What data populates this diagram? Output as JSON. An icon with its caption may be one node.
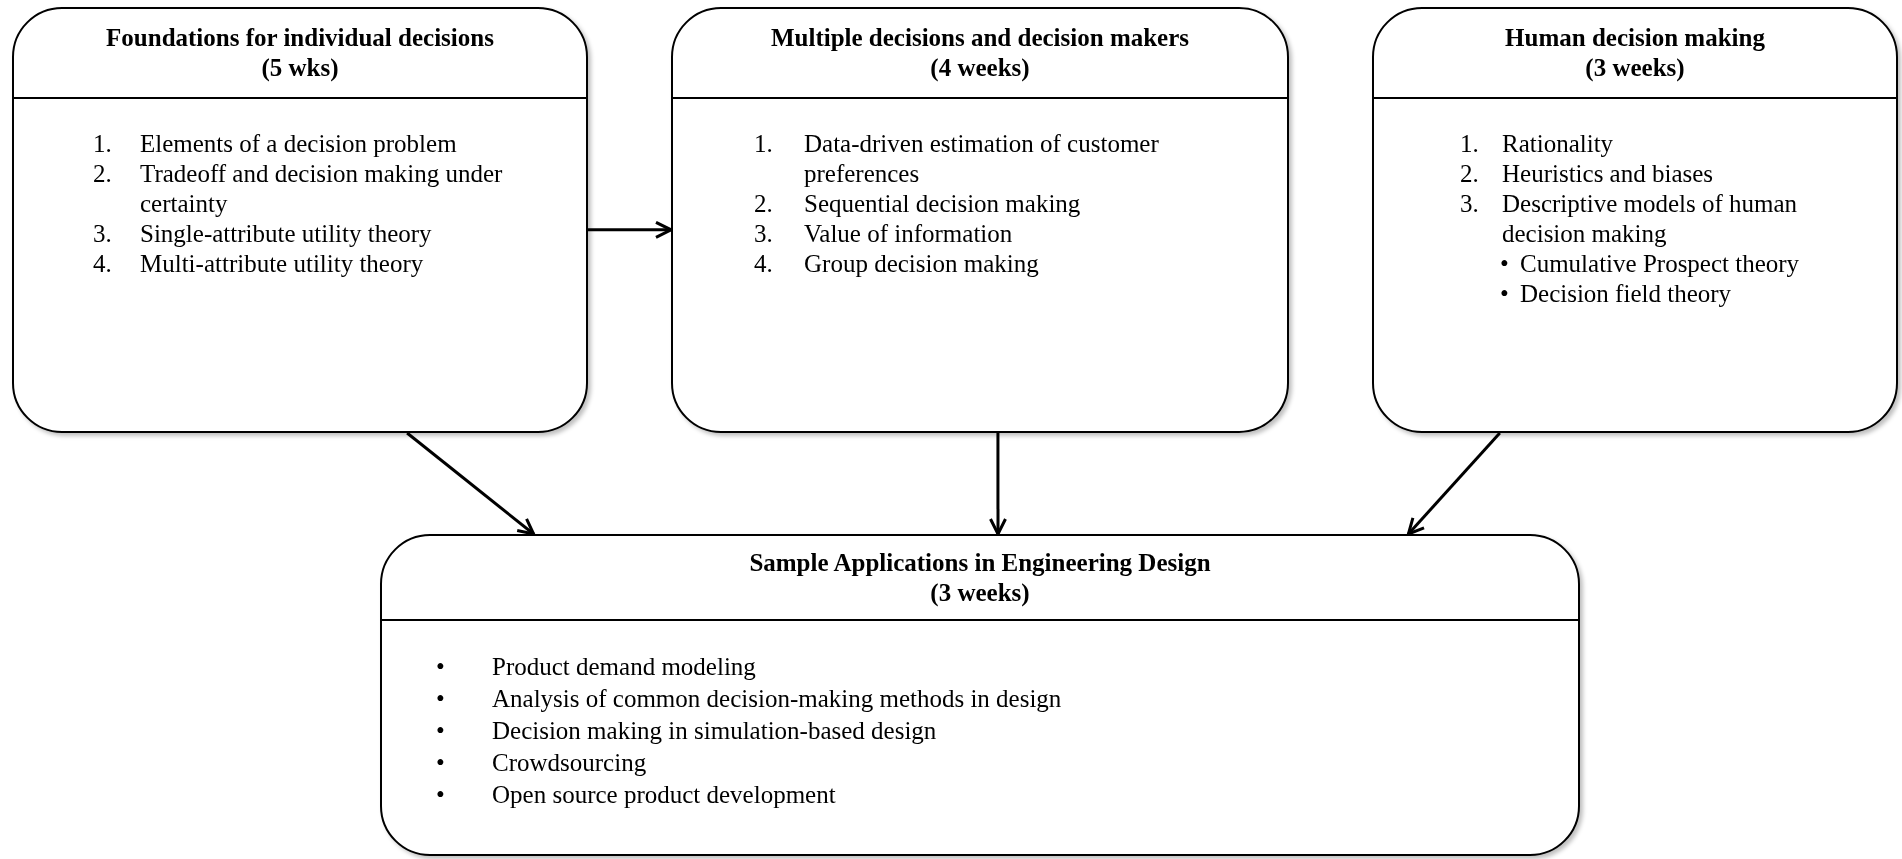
{
  "diagram": {
    "nodes": [
      {
        "text": [
          "Foundations for individual decisions",
          "(5 wks)",
          "1. Elements of a decision problem",
          "2. Tradeoff and decision making under certainty",
          "3. Single-attribute utility theory",
          "4. Multi-attribute utility theory"
        ]
      },
      {
        "text": [
          "Multiple decisions and decision makers",
          "(4 weeks)",
          "1. Data-driven estimation of customer preferences",
          "2. Sequential decision making",
          "3. Value of information",
          "4. Group decision making"
        ]
      },
      {
        "text": [
          "Human decision making",
          "(3 weeks)",
          "1. Rationality",
          "2. Heuristics and biases",
          "3. Descriptive models of human decision making",
          "• Cumulative Prospect theory",
          "• Decision field theory"
        ]
      },
      {
        "text": [
          "Sample Applications in Engineering Design",
          "(3 weeks)",
          "• Product demand modeling",
          "• Analysis of common decision-making methods in design",
          "• Decision making in simulation-based design",
          "• Crowdsourcing",
          "• Open source product development"
        ]
      }
    ],
    "edges": [
      {
        "from": 0,
        "to": 1,
        "arrow": "to"
      },
      {
        "from": 0,
        "to": 3,
        "arrow": "to"
      },
      {
        "from": 1,
        "to": 3,
        "arrow": "to"
      },
      {
        "from": 2,
        "to": 3,
        "arrow": "to"
      }
    ]
  }
}
